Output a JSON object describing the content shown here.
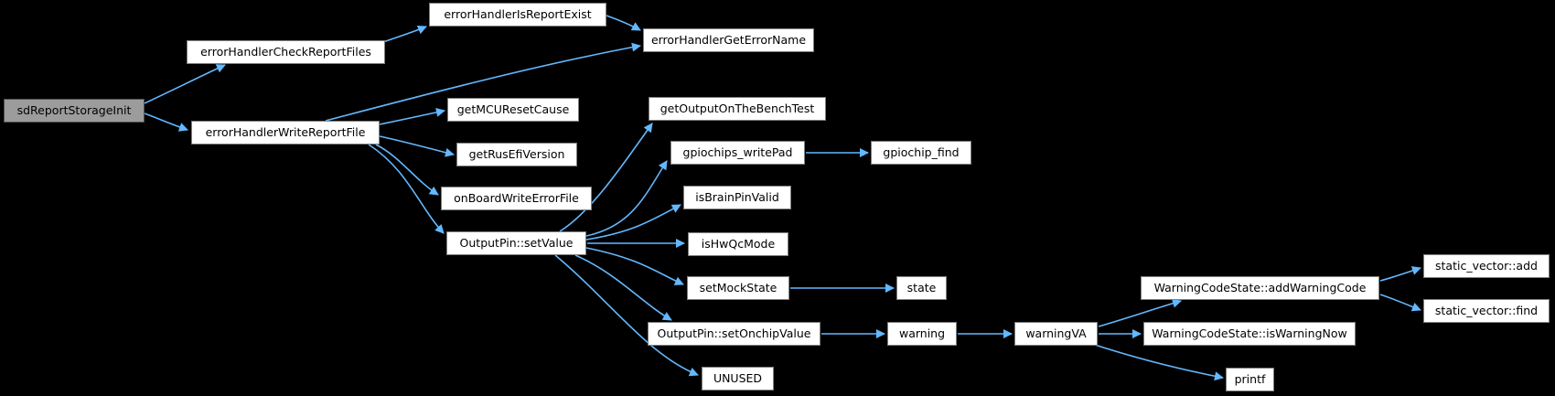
{
  "diagram": {
    "type": "call-graph",
    "background_color": "#000000",
    "edge_color": "#63b8ff",
    "node_fill": "#ffffff",
    "node_border": "#7f7f7f",
    "highlight_node_fill": "#9c9c9c",
    "text_color": "#000000"
  },
  "graph": {
    "nodes": [
      {
        "id": "sdReportStorageInit",
        "label": "sdReportStorageInit",
        "highlighted": true
      },
      {
        "id": "errorHandlerCheckReportFiles",
        "label": "errorHandlerCheckReportFiles",
        "highlighted": false
      },
      {
        "id": "errorHandlerWriteReportFile",
        "label": "errorHandlerWriteReportFile",
        "highlighted": false
      },
      {
        "id": "errorHandlerIsReportExist",
        "label": "errorHandlerIsReportExist",
        "highlighted": false
      },
      {
        "id": "errorHandlerGetErrorName",
        "label": "errorHandlerGetErrorName",
        "highlighted": false
      },
      {
        "id": "getMCUResetCause",
        "label": "getMCUResetCause",
        "highlighted": false
      },
      {
        "id": "getRusEfiVersion",
        "label": "getRusEfiVersion",
        "highlighted": false
      },
      {
        "id": "onBoardWriteErrorFile",
        "label": "onBoardWriteErrorFile",
        "highlighted": false
      },
      {
        "id": "OutputPin::setValue",
        "label": "OutputPin::setValue",
        "highlighted": false
      },
      {
        "id": "getOutputOnTheBenchTest",
        "label": "getOutputOnTheBenchTest",
        "highlighted": false
      },
      {
        "id": "gpiochips_writePad",
        "label": "gpiochips_writePad",
        "highlighted": false
      },
      {
        "id": "gpiochip_find",
        "label": "gpiochip_find",
        "highlighted": false
      },
      {
        "id": "isBrainPinValid",
        "label": "isBrainPinValid",
        "highlighted": false
      },
      {
        "id": "isHwQcMode",
        "label": "isHwQcMode",
        "highlighted": false
      },
      {
        "id": "setMockState",
        "label": "setMockState",
        "highlighted": false
      },
      {
        "id": "state",
        "label": "state",
        "highlighted": false
      },
      {
        "id": "OutputPin::setOnchipValue",
        "label": "OutputPin::setOnchipValue",
        "highlighted": false
      },
      {
        "id": "warning",
        "label": "warning",
        "highlighted": false
      },
      {
        "id": "warningVA",
        "label": "warningVA",
        "highlighted": false
      },
      {
        "id": "WarningCodeState::addWarningCode",
        "label": "WarningCodeState::addWarningCode",
        "highlighted": false
      },
      {
        "id": "WarningCodeState::isWarningNow",
        "label": "WarningCodeState::isWarningNow",
        "highlighted": false
      },
      {
        "id": "printf",
        "label": "printf",
        "highlighted": false
      },
      {
        "id": "UNUSED",
        "label": "UNUSED",
        "highlighted": false
      },
      {
        "id": "static_vector::add",
        "label": "static_vector::add",
        "highlighted": false
      },
      {
        "id": "static_vector::find",
        "label": "static_vector::find",
        "highlighted": false
      }
    ],
    "edges": [
      {
        "from": "sdReportStorageInit",
        "to": "errorHandlerCheckReportFiles"
      },
      {
        "from": "sdReportStorageInit",
        "to": "errorHandlerWriteReportFile"
      },
      {
        "from": "errorHandlerCheckReportFiles",
        "to": "errorHandlerIsReportExist"
      },
      {
        "from": "errorHandlerIsReportExist",
        "to": "errorHandlerGetErrorName"
      },
      {
        "from": "errorHandlerWriteReportFile",
        "to": "errorHandlerGetErrorName"
      },
      {
        "from": "errorHandlerWriteReportFile",
        "to": "getMCUResetCause"
      },
      {
        "from": "errorHandlerWriteReportFile",
        "to": "getRusEfiVersion"
      },
      {
        "from": "errorHandlerWriteReportFile",
        "to": "onBoardWriteErrorFile"
      },
      {
        "from": "errorHandlerWriteReportFile",
        "to": "OutputPin::setValue"
      },
      {
        "from": "OutputPin::setValue",
        "to": "getOutputOnTheBenchTest"
      },
      {
        "from": "OutputPin::setValue",
        "to": "gpiochips_writePad"
      },
      {
        "from": "OutputPin::setValue",
        "to": "isBrainPinValid"
      },
      {
        "from": "OutputPin::setValue",
        "to": "isHwQcMode"
      },
      {
        "from": "OutputPin::setValue",
        "to": "setMockState"
      },
      {
        "from": "OutputPin::setValue",
        "to": "OutputPin::setOnchipValue"
      },
      {
        "from": "OutputPin::setValue",
        "to": "UNUSED"
      },
      {
        "from": "gpiochips_writePad",
        "to": "gpiochip_find"
      },
      {
        "from": "setMockState",
        "to": "state"
      },
      {
        "from": "OutputPin::setOnchipValue",
        "to": "warning"
      },
      {
        "from": "warning",
        "to": "warningVA"
      },
      {
        "from": "warningVA",
        "to": "WarningCodeState::addWarningCode"
      },
      {
        "from": "warningVA",
        "to": "WarningCodeState::isWarningNow"
      },
      {
        "from": "warningVA",
        "to": "printf"
      },
      {
        "from": "WarningCodeState::addWarningCode",
        "to": "static_vector::add"
      },
      {
        "from": "WarningCodeState::addWarningCode",
        "to": "static_vector::find"
      }
    ]
  }
}
